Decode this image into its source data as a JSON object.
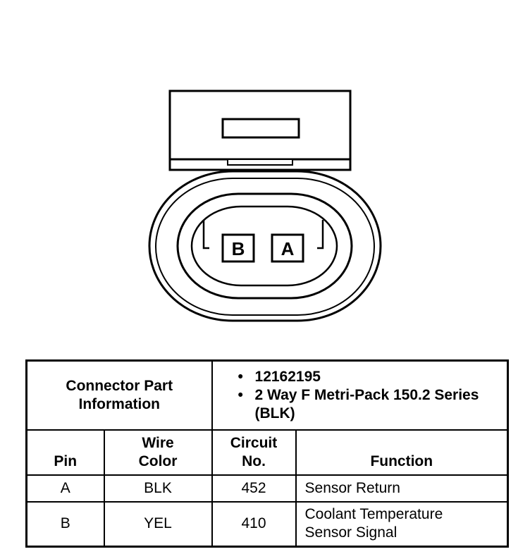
{
  "connector": {
    "pins": [
      {
        "label": "B"
      },
      {
        "label": "A"
      }
    ]
  },
  "table": {
    "part_info_label": "Connector Part Information",
    "part_info_items": [
      "12162195",
      "2 Way F Metri-Pack 150.2 Series (BLK)"
    ],
    "headers": {
      "pin": "Pin",
      "wire_color": "Wire Color",
      "circuit_no": "Circuit No.",
      "function": "Function"
    },
    "rows": [
      {
        "pin": "A",
        "wire_color": "BLK",
        "circuit": "452",
        "function": "Sensor Return"
      },
      {
        "pin": "B",
        "wire_color": "YEL",
        "circuit": "410",
        "function": "Coolant Temperature Sensor Signal"
      }
    ]
  }
}
